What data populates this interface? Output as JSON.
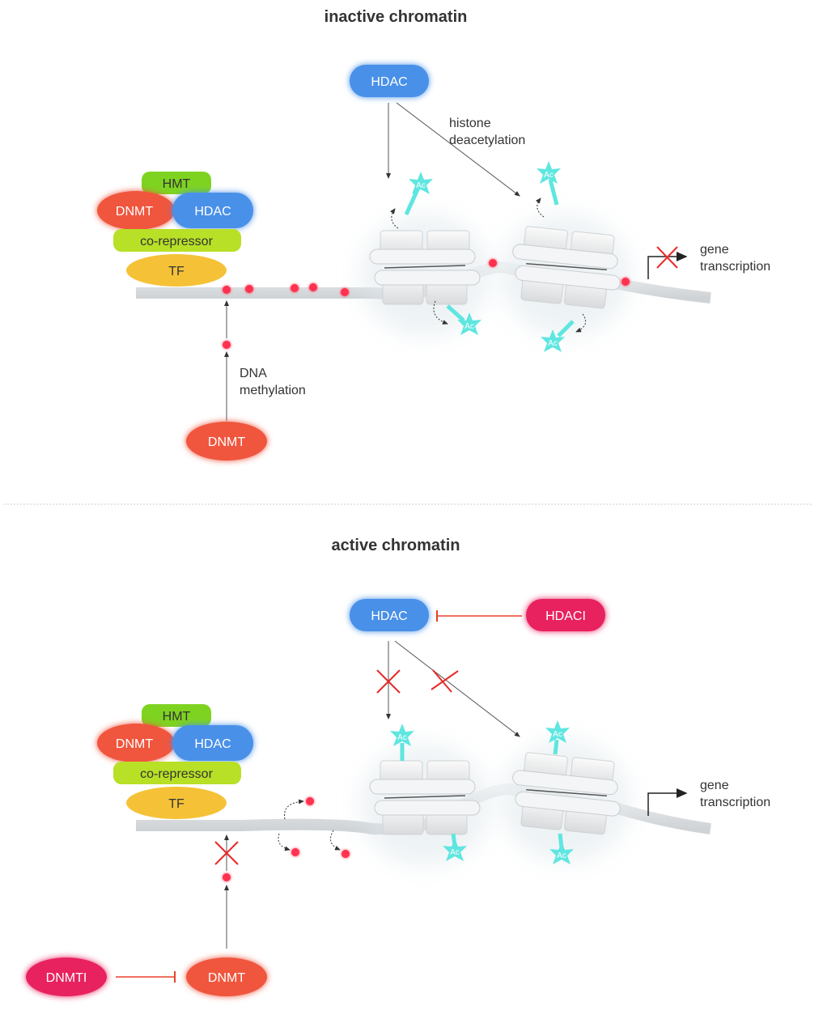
{
  "colors": {
    "hdac": "#4a90e8",
    "dnmt": "#f0553c",
    "hmt": "#7ed321",
    "corepressor": "#b8e026",
    "tf": "#f5c237",
    "inhibitor": "#e8245e",
    "methyl": "#ff3050",
    "acetyl": "#5fe6e0",
    "inhibit_line": "#e8402a",
    "block_x": "#e82a2a"
  },
  "panels": [
    {
      "title": "inactive chromatin",
      "complex": {
        "hmt": "HMT",
        "dnmt": "DNMT",
        "hdac": "HDAC",
        "corepressor": "co-repressor",
        "tf": "TF"
      },
      "hdac_top": "HDAC",
      "deacetylation_label_line1": "histone",
      "deacetylation_label_line2": "deacetylation",
      "methylation_label_line1": "DNA",
      "methylation_label_line2": "methylation",
      "dnmt_bottom": "DNMT",
      "ac_label": "Ac",
      "gene_line1": "gene",
      "gene_line2": "transcription",
      "transcription_blocked": true
    },
    {
      "title": "active chromatin",
      "complex": {
        "hmt": "HMT",
        "dnmt": "DNMT",
        "hdac": "HDAC",
        "corepressor": "co-repressor",
        "tf": "TF"
      },
      "hdac_top": "HDAC",
      "hdac_inhibitor": "HDACI",
      "dnmt_bottom": "DNMT",
      "dnmt_inhibitor": "DNMTI",
      "ac_label": "Ac",
      "gene_line1": "gene",
      "gene_line2": "transcription",
      "transcription_blocked": false
    }
  ]
}
